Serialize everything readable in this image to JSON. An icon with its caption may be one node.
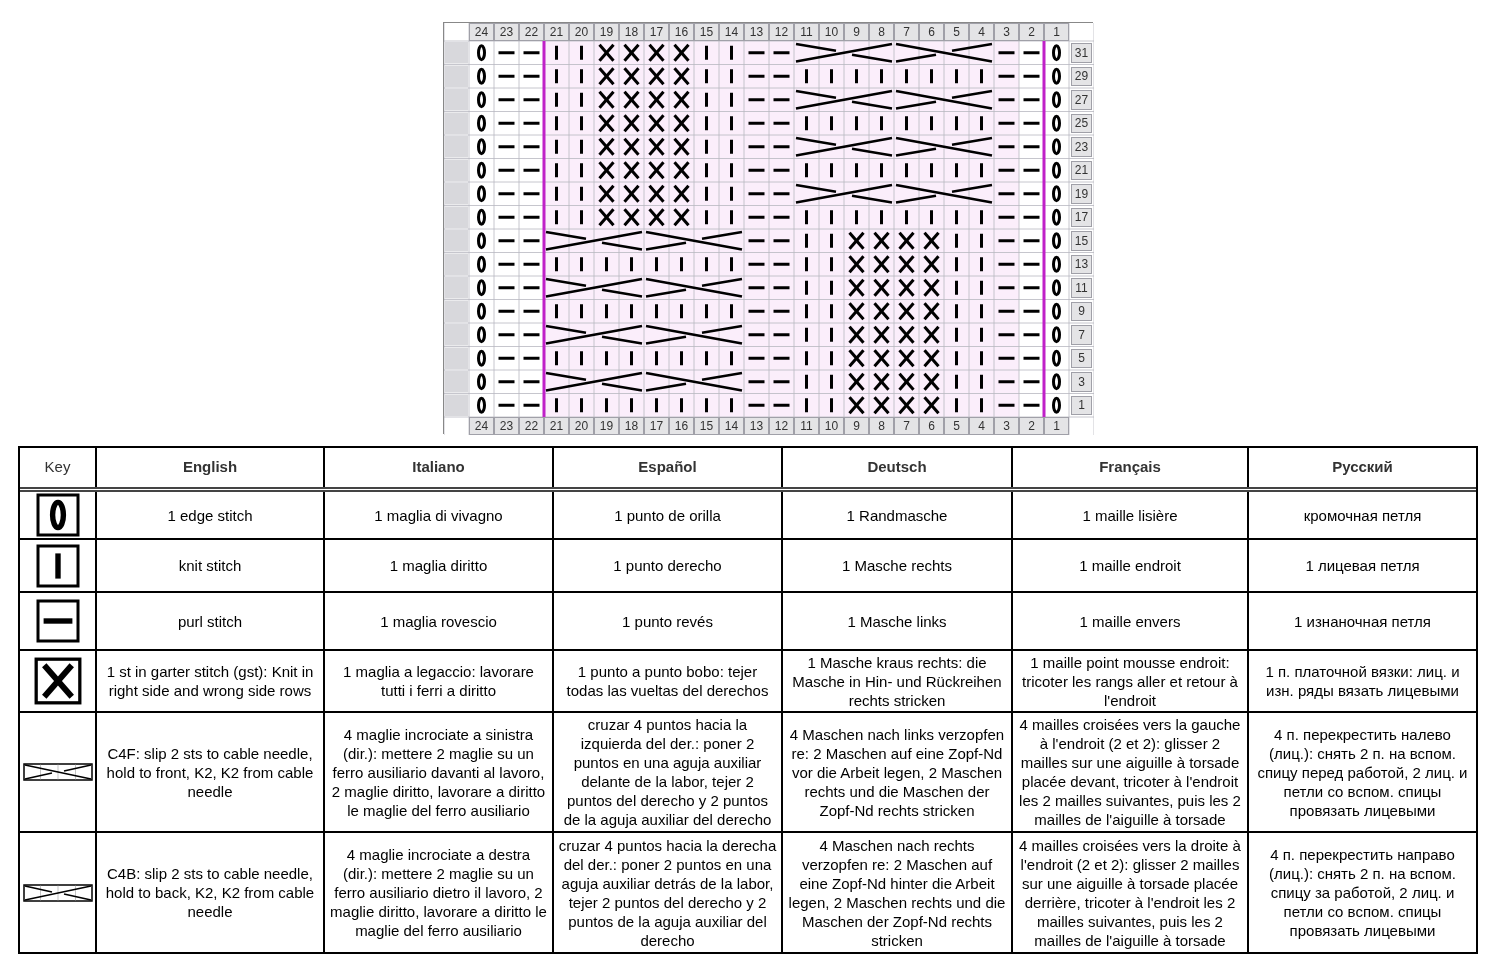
{
  "diagram": {
    "labels": [
      "24",
      "23",
      "22",
      "21",
      "20",
      "19",
      "18",
      "17",
      "16",
      "15",
      "14",
      "13",
      "12",
      "11",
      "10",
      "9",
      "8",
      "7",
      "6",
      "5",
      "4",
      "3",
      "2",
      "1",
      "31",
      "29",
      "27",
      "25",
      "23",
      "21",
      "19",
      "17",
      "15",
      "13",
      "11",
      "9",
      "7",
      "5",
      "3",
      "1",
      "24",
      "23",
      "22",
      "21",
      "20",
      "19",
      "18",
      "17",
      "16",
      "15",
      "14",
      "13",
      "12",
      "11",
      "10",
      "9",
      "8",
      "7",
      "6",
      "5",
      "4",
      "3",
      "2",
      "1",
      "Key",
      "English",
      "Italiano",
      "Español",
      "Deutsch",
      "Français",
      "Русский",
      "1 edge stitch",
      "1 maglia di vivagno",
      "1 punto de orilla",
      "1 Randmasche",
      "1 maille lisière",
      "кромочная петля",
      "knit stitch",
      "1 maglia diritto",
      "1 punto derecho",
      "1 Masche rechts",
      "1 maille endroit",
      "1 лицевая петля",
      "purl stitch",
      "1 maglia rovescio",
      "1 punto revés",
      "1 Masche links",
      "1 maille envers",
      "1 изнаночная петля",
      "1 st in garter stitch (gst): Knit in right side and wrong side rows",
      "1 maglia a legaccio: lavorare tutti i ferri a diritto",
      "1 punto a punto bobo: tejer todas las vueltas del derechos",
      "1 Masche kraus rechts: die Masche in Hin- und Rückreihen rechts stricken",
      "1 maille point mousse endroit: tricoter les rangs aller et retour à l'endroit",
      "1 п. платочной вязки: лиц. и изн. ряды вязать лицевыми",
      "C4F: slip 2 sts to cable needle, hold to front, K2, K2 from cable needle",
      "4 maglie incrociate a sinistra (dir.): mettere 2 maglie su un ferro ausiliario davanti al lavoro, 2 maglie diritto, lavorare a diritto le maglie del ferro ausiliario",
      "cruzar 4 puntos hacia la izquierda del der.: poner 2 puntos en una aguja auxiliar delante de la labor, tejer 2 puntos del derecho y 2 puntos de la aguja auxiliar del derecho",
      "4 Maschen nach links verzopfen re: 2 Maschen auf eine Zopf-Nd vor die Arbeit legen, 2 Maschen rechts und die Maschen der Zopf-Nd rechts stricken",
      "4 mailles croisées vers la gauche à l'endroit (2 et 2): glisser 2 mailles sur une aiguille à torsade placée devant, tricoter à l'endroit les 2 mailles suivantes, puis les 2 mailles de l'aiguille à torsade",
      "4 п. перекрестить налево (лиц.): снять 2 п. на вспом. спицу перед работой, 2 лиц. и петли со вспом. спицы провязать лицевыми",
      "C4B: slip 2 sts to cable needle, hold to back, K2, K2 from cable needle",
      "4 maglie incrociate a destra (dir.): mettere 2 maglie su un ferro ausiliario dietro il lavoro, 2 maglie diritto, lavorare a diritto le maglie del ferro ausiliario",
      "cruzar 4 puntos hacia la derecha del der.: poner 2 puntos en una aguja auxiliar detrás de la labor, tejer 2 puntos del derecho y 2 puntos de la aguja auxiliar del derecho",
      "4 Maschen nach rechts verzopfen re: 2 Maschen auf eine Zopf-Nd hinter die Arbeit legen, 2 Maschen rechts und die Maschen der Zopf-Nd rechts stricken",
      "4 mailles croisées vers la droite à l'endroit (2 et 2): glisser 2 mailles sur une aiguille à torsade placée derrière, tricoter à l'endroit les 2 mailles suivantes, puis les 2 mailles de l'aiguille à torsade",
      "4 п. перекрестить направо (лиц.): снять 2 п. на вспом. спицу за работой, 2 лиц. и петли со вспом. спицы провязать лицевыми"
    ]
  }
}
